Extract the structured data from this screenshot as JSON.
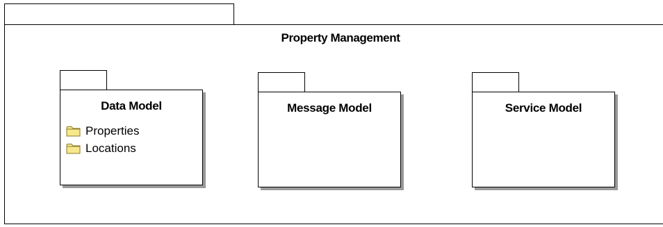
{
  "outer_package": {
    "title": "Property Management"
  },
  "packages": [
    {
      "title": "Data Model",
      "items": [
        {
          "label": "Properties",
          "icon": "folder-icon"
        },
        {
          "label": "Locations",
          "icon": "folder-icon"
        }
      ]
    },
    {
      "title": "Message Model",
      "items": []
    },
    {
      "title": "Service Model",
      "items": []
    }
  ],
  "colors": {
    "border": "#000000",
    "shadow": "#9a9a9a",
    "folder_fill": "#f7e88c",
    "folder_stroke": "#8a7a2a"
  }
}
